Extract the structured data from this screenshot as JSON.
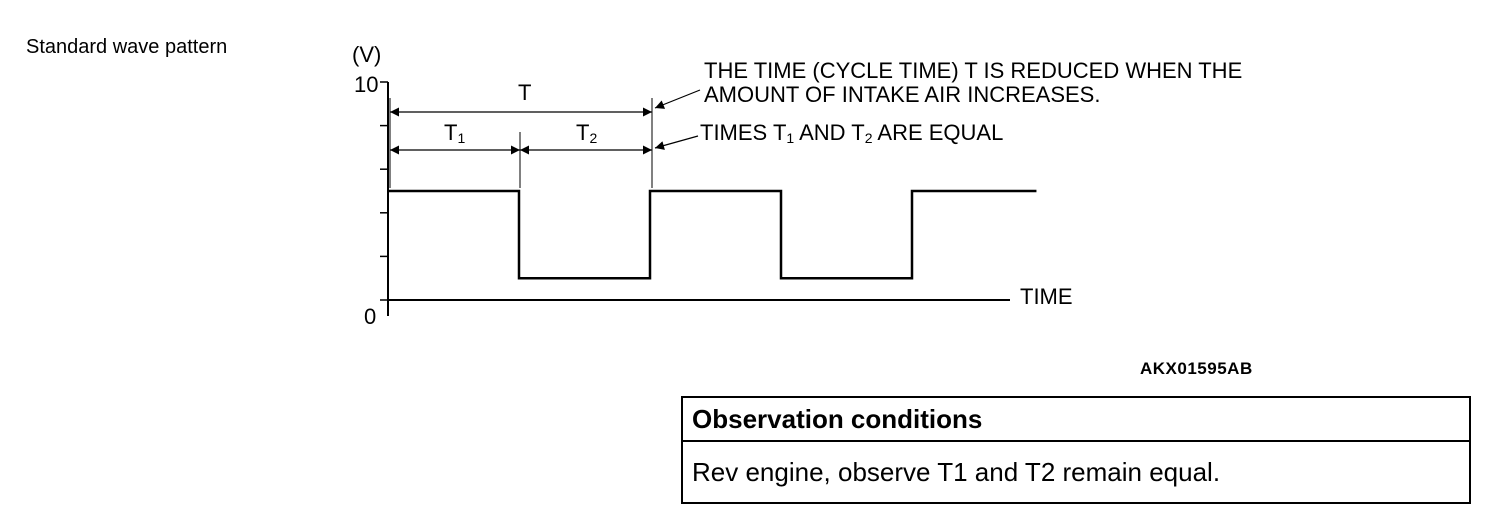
{
  "caption": "Standard wave pattern",
  "figure_id": "AKX01595AB",
  "chart_data": {
    "type": "line",
    "ylabel": "(V)",
    "xlabel": "TIME",
    "ylim": [
      0,
      10
    ],
    "y_ticks": [
      "10",
      "0"
    ],
    "series": [
      {
        "x": [
          0,
          1,
          1,
          2,
          2,
          3,
          3,
          4,
          4,
          4.95
        ],
        "values": [
          5,
          5,
          1,
          1,
          5,
          5,
          1,
          1,
          5,
          5
        ]
      }
    ],
    "dimensions": {
      "period_label": "T",
      "t1_label": "T",
      "t1_sub": "1",
      "t2_label": "T",
      "t2_sub": "2"
    },
    "annotations": {
      "cycle_line1": "THE TIME (CYCLE TIME) T IS REDUCED WHEN THE",
      "cycle_line2": "AMOUNT OF INTAKE AIR INCREASES.",
      "equal_prefix": "TIMES T",
      "equal_sub1": "1",
      "equal_mid": " AND T",
      "equal_sub2": "2",
      "equal_suffix": " ARE EQUAL"
    }
  },
  "observation": {
    "header": "Observation conditions",
    "text": "Rev engine, observe T1 and T2 remain equal."
  }
}
